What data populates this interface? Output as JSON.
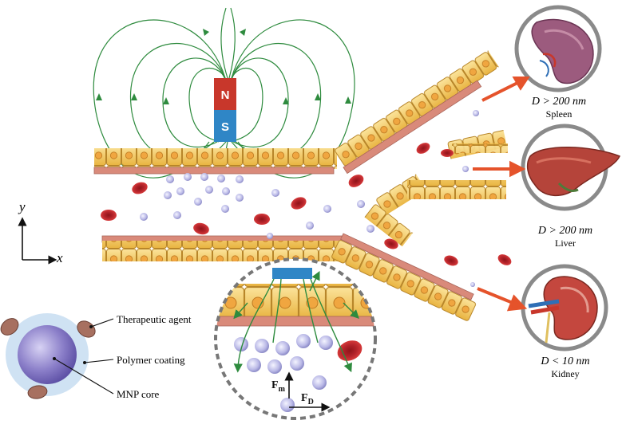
{
  "magnet": {
    "north": "N",
    "south": "S"
  },
  "axes": {
    "y": "y",
    "x": "x"
  },
  "organs": [
    {
      "size": "D > 200 nm",
      "name": "Spleen"
    },
    {
      "size": "D > 200 nm",
      "name": "Liver"
    },
    {
      "size": "D < 10 nm",
      "name": "Kidney"
    }
  ],
  "nanoparticle": {
    "agent": "Therapeutic agent",
    "coating": "Polymer coating",
    "core": "MNP core"
  },
  "forces": {
    "magnetic": "F",
    "magnetic_sub": "m",
    "drag": "F",
    "drag_sub": "D"
  },
  "colors": {
    "cell": "#f2c14e",
    "cell_edge": "#b8862a",
    "nucleus": "#e8a43a",
    "rbc": "#c0262b",
    "field": "#2e8b3e",
    "arrow": "#e5532b",
    "magnet_n": "#c8372b",
    "magnet_s": "#2f86c6",
    "particle": "#b9b8e6"
  }
}
